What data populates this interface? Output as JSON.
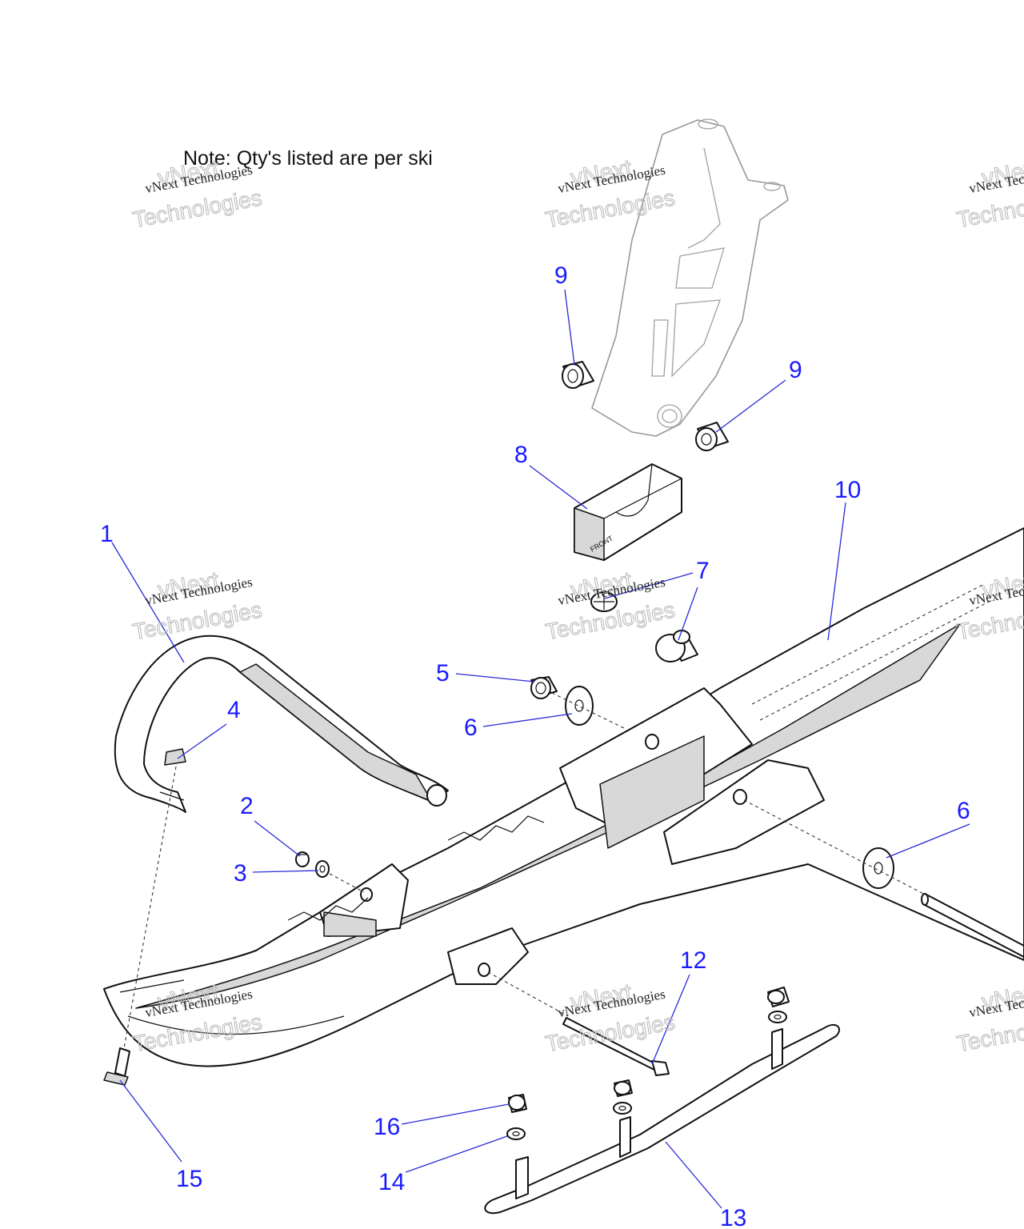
{
  "note": "Note: Qty's listed are per ski",
  "watermark": {
    "line1": "vNext Technologies",
    "line2": "vNext",
    "line3": "Technologies"
  },
  "callouts": {
    "c1": "1",
    "c2": "2",
    "c3": "3",
    "c4": "4",
    "c5": "5",
    "c6a": "6",
    "c6b": "6",
    "c7": "7",
    "c8": "8",
    "c9a": "9",
    "c9b": "9",
    "c10": "10",
    "c12": "12",
    "c13": "13",
    "c14": "14",
    "c15": "15",
    "c16": "16"
  },
  "part_marking": "FRONT",
  "colors": {
    "callout": "#1a1aff",
    "line_art": "#111111",
    "shading": "#d8d8d8"
  }
}
